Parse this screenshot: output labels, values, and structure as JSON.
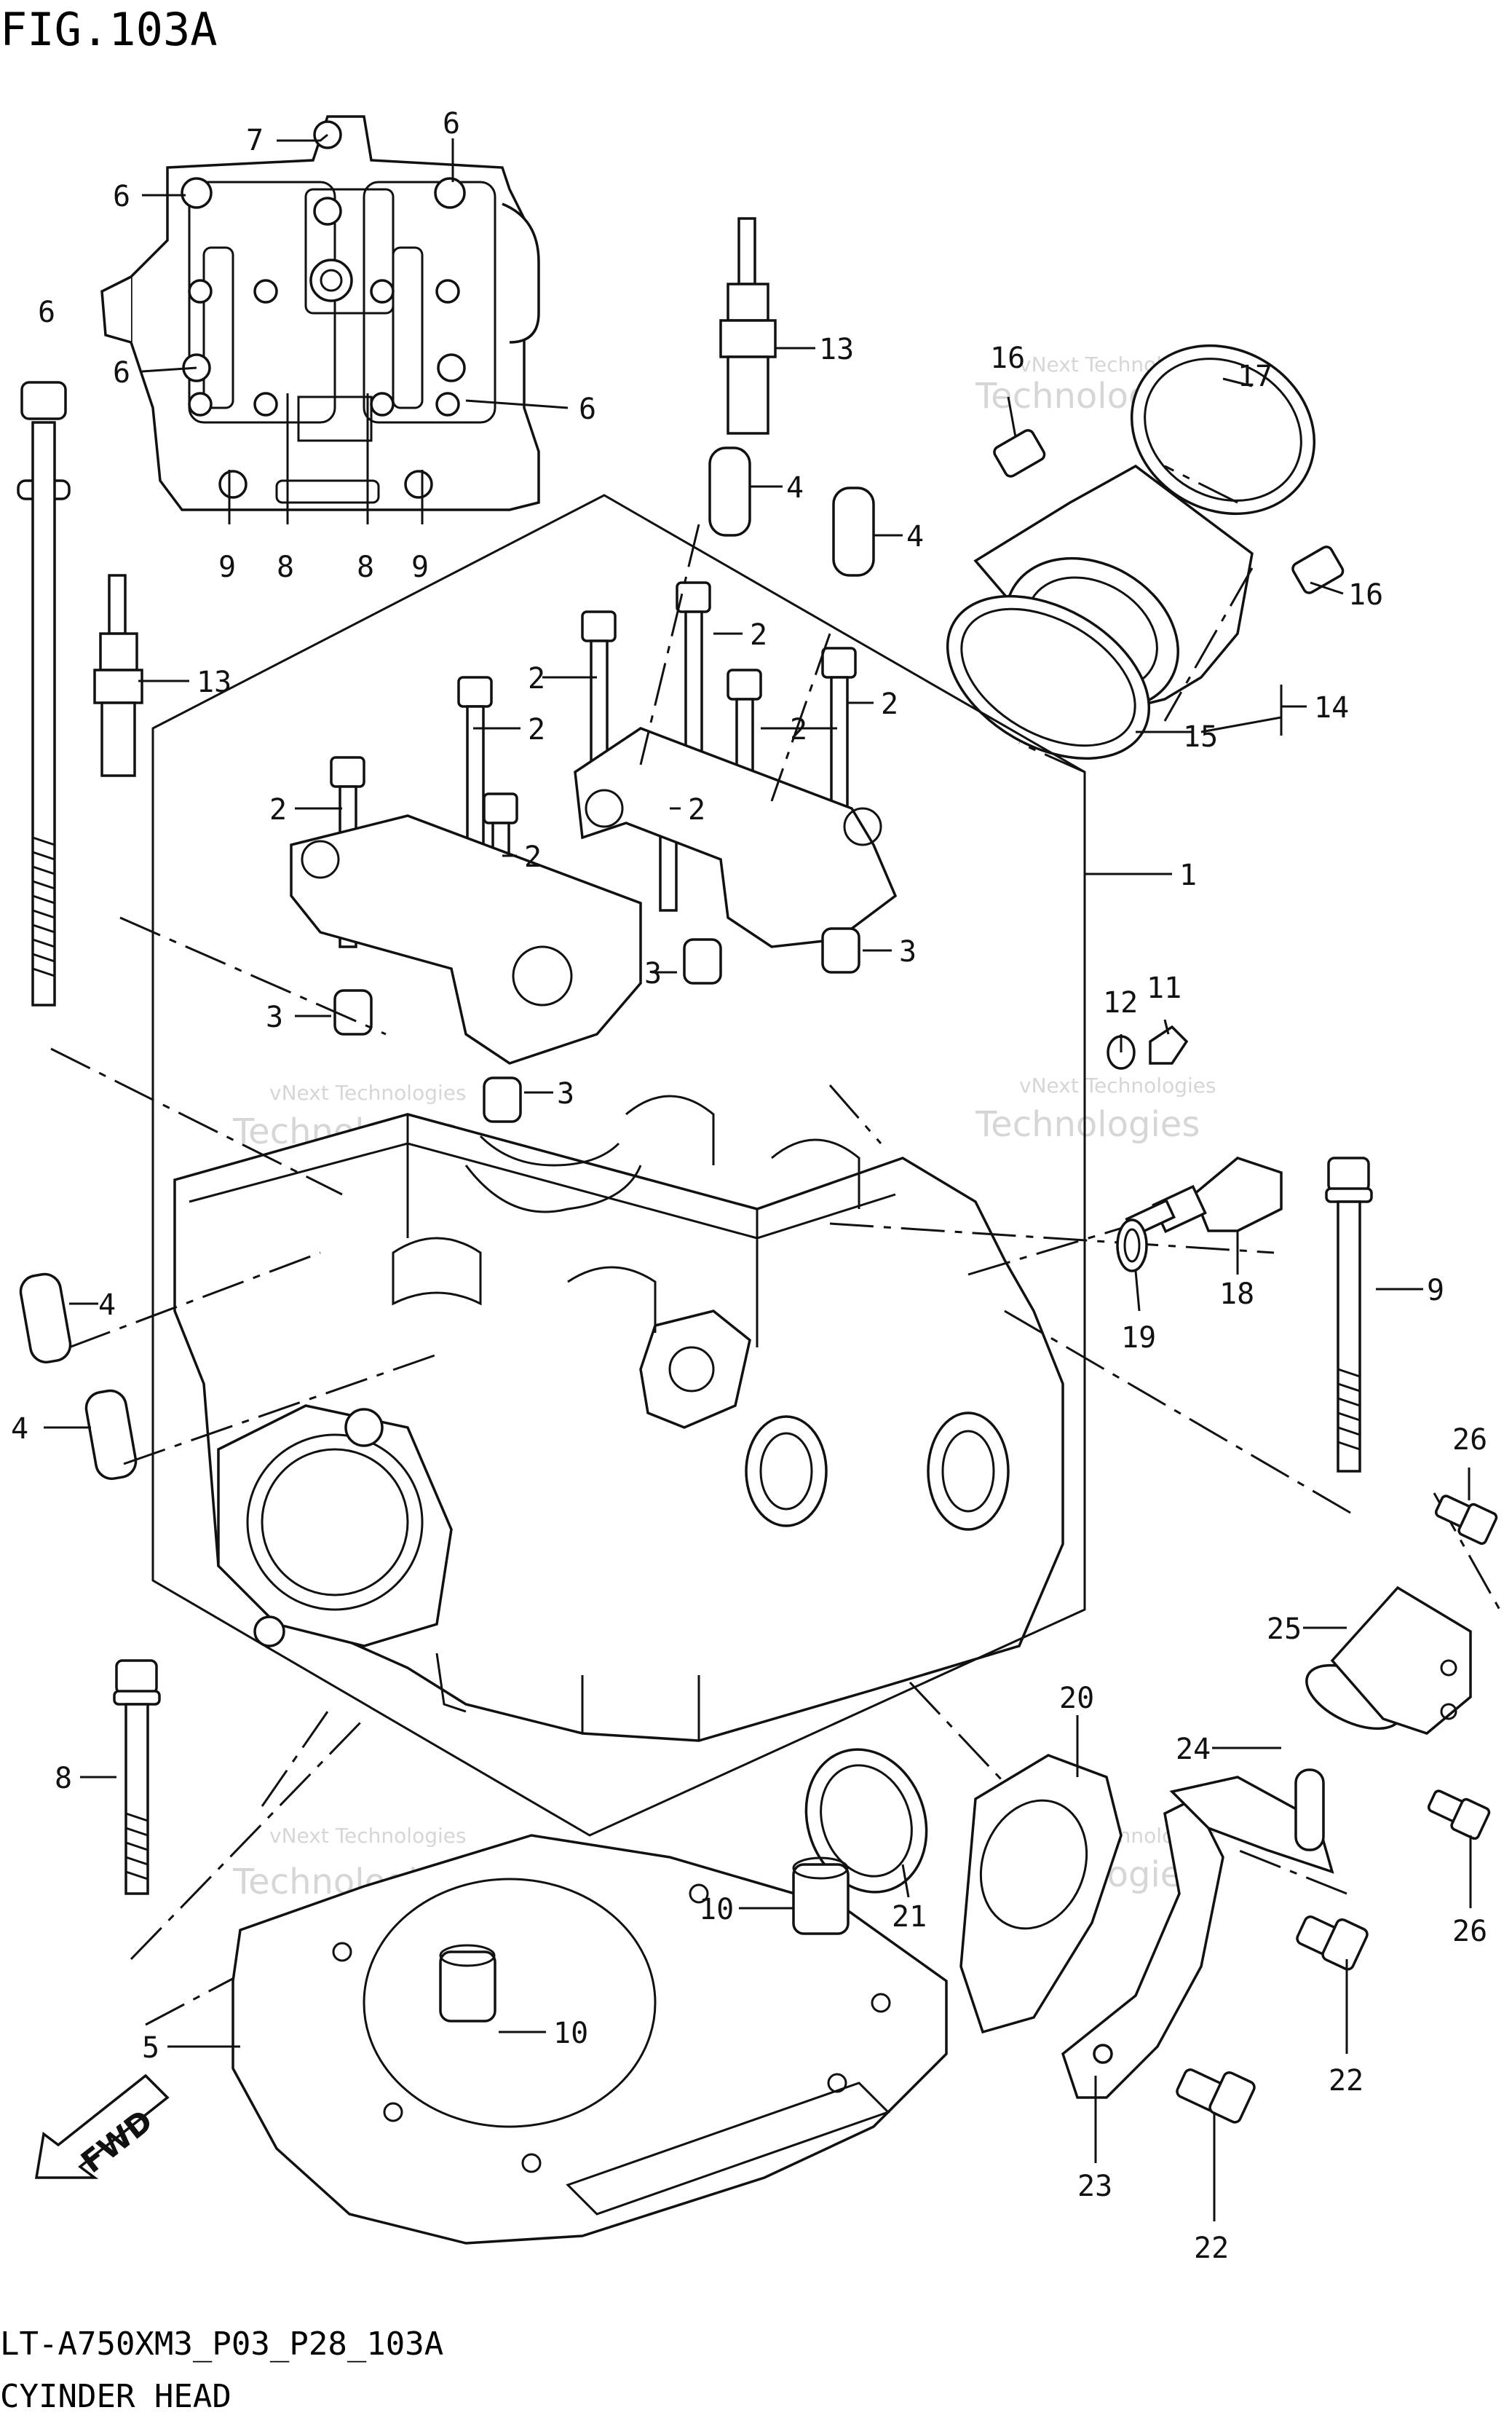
{
  "figure_title": "FIG.103A",
  "footer": {
    "code": "LT-A750XM3_P03_P28_103A",
    "name": "CYINDER HEAD"
  },
  "fwd_label": "FWD",
  "watermark": {
    "line1": "vNext Technologies",
    "line2": "Technologies"
  },
  "callouts": [
    {
      "id": "c7a",
      "text": "7"
    },
    {
      "id": "c6a",
      "text": "6"
    },
    {
      "id": "c6b",
      "text": "6"
    },
    {
      "id": "c6c",
      "text": "6"
    },
    {
      "id": "c6d",
      "text": "6"
    },
    {
      "id": "c6e",
      "text": "6"
    },
    {
      "id": "c9a",
      "text": "9"
    },
    {
      "id": "c8a",
      "text": "8"
    },
    {
      "id": "c8b",
      "text": "8"
    },
    {
      "id": "c9b",
      "text": "9"
    },
    {
      "id": "c13a",
      "text": "13"
    },
    {
      "id": "c4a",
      "text": "4"
    },
    {
      "id": "c4b",
      "text": "4"
    },
    {
      "id": "c16a",
      "text": "16"
    },
    {
      "id": "c17",
      "text": "17"
    },
    {
      "id": "c16b",
      "text": "16"
    },
    {
      "id": "c14",
      "text": "14"
    },
    {
      "id": "c15",
      "text": "15"
    },
    {
      "id": "c13b",
      "text": "13"
    },
    {
      "id": "c2a",
      "text": "2"
    },
    {
      "id": "c2b",
      "text": "2"
    },
    {
      "id": "c2c",
      "text": "2"
    },
    {
      "id": "c2d",
      "text": "2"
    },
    {
      "id": "c2e",
      "text": "2"
    },
    {
      "id": "c2f",
      "text": "2"
    },
    {
      "id": "c2g",
      "text": "2"
    },
    {
      "id": "c2h",
      "text": "2"
    },
    {
      "id": "c1",
      "text": "1"
    },
    {
      "id": "c3a",
      "text": "3"
    },
    {
      "id": "c3b",
      "text": "3"
    },
    {
      "id": "c3c",
      "text": "3"
    },
    {
      "id": "c3d",
      "text": "3"
    },
    {
      "id": "c12",
      "text": "12"
    },
    {
      "id": "c11",
      "text": "11"
    },
    {
      "id": "c18",
      "text": "18"
    },
    {
      "id": "c19",
      "text": "19"
    },
    {
      "id": "c9c",
      "text": "9"
    },
    {
      "id": "c4c",
      "text": "4"
    },
    {
      "id": "c4d",
      "text": "4"
    },
    {
      "id": "c26a",
      "text": "26"
    },
    {
      "id": "c25",
      "text": "25"
    },
    {
      "id": "c24",
      "text": "24"
    },
    {
      "id": "c26b",
      "text": "26"
    },
    {
      "id": "c20",
      "text": "20"
    },
    {
      "id": "c21",
      "text": "21"
    },
    {
      "id": "c8c",
      "text": "8"
    },
    {
      "id": "c10a",
      "text": "10"
    },
    {
      "id": "c10b",
      "text": "10"
    },
    {
      "id": "c5",
      "text": "5"
    },
    {
      "id": "c22a",
      "text": "22"
    },
    {
      "id": "c23",
      "text": "23"
    },
    {
      "id": "c22b",
      "text": "22"
    }
  ]
}
